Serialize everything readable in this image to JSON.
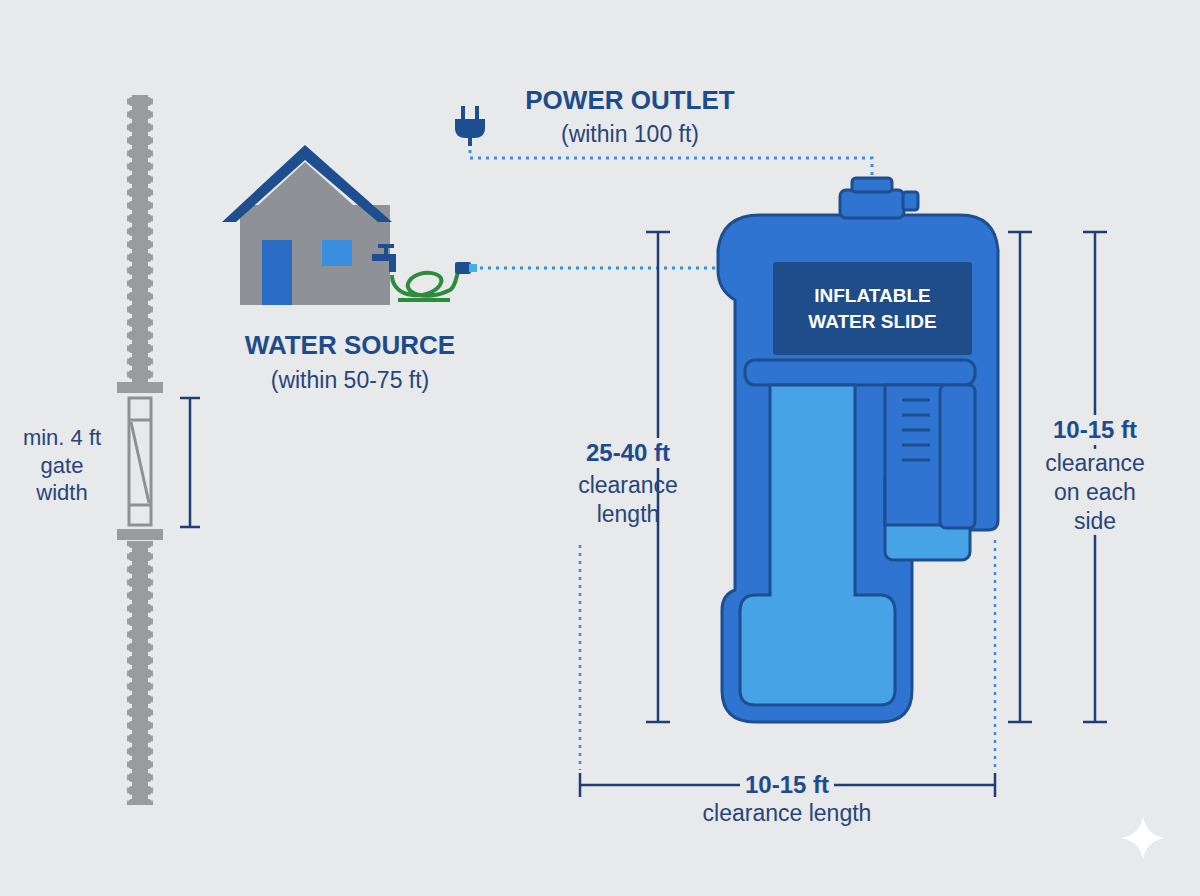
{
  "diagram": {
    "nodes": [
      {
        "text": [
          "INFLATABLE WATER SLIDE"
        ]
      }
    ],
    "labels": [
      "POWER OUTLET",
      "(within 100 ft)",
      "WATER SOURCE",
      "(within 50-75 ft)",
      "min. 4 ft gate width",
      "25-40 ft",
      "clearance length",
      "10-15 ft",
      "clearance on each side",
      "10-15 ft",
      "clearance length"
    ]
  }
}
